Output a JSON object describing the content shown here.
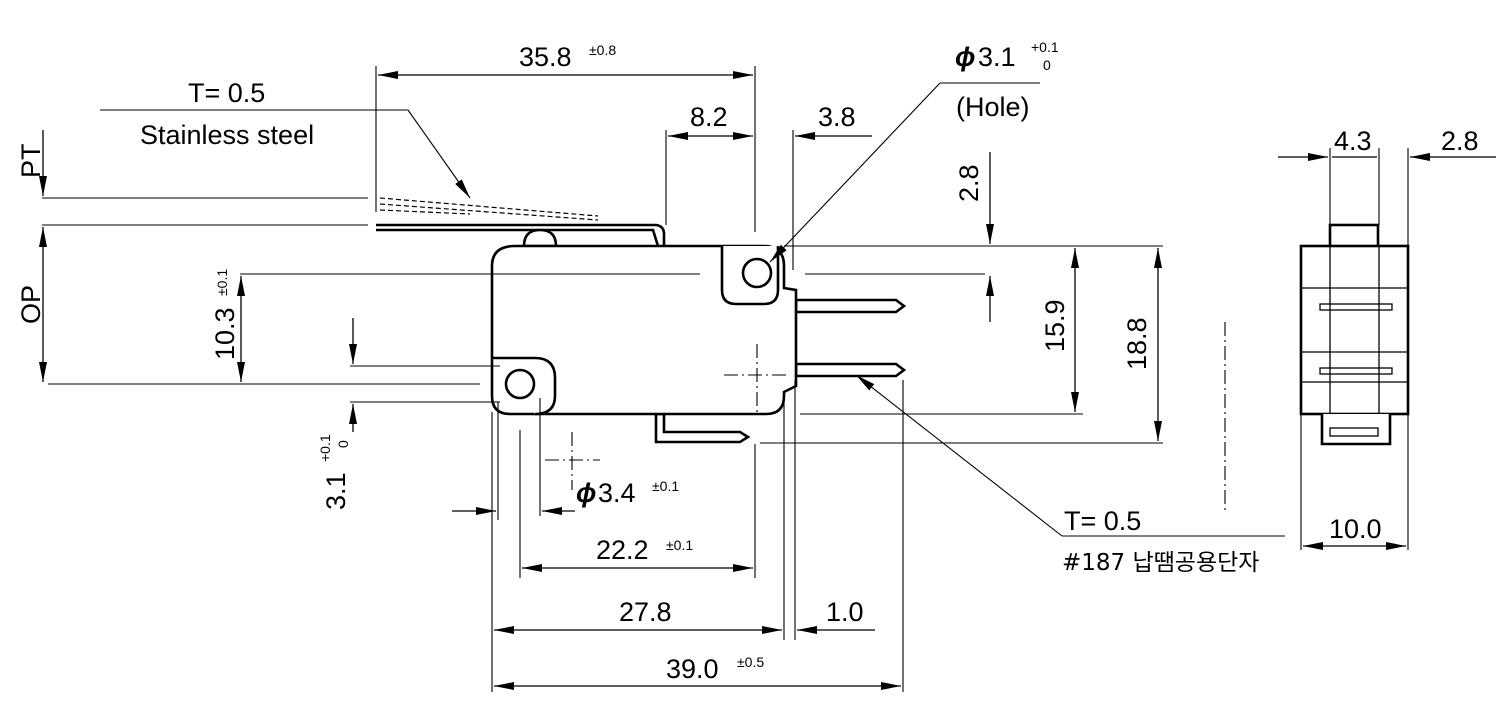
{
  "dimensions": {
    "overall_lever": {
      "value": "35.8",
      "tol": "±0.8"
    },
    "lever_tip_offset": {
      "value": "8.2"
    },
    "lever_tip_gap": {
      "value": "3.8"
    },
    "hole_top": {
      "prefix": "ϕ",
      "value": "3.1",
      "tol_upper": "+0.1",
      "tol_lower": "0",
      "note": "(Hole)"
    },
    "hole_bottom": {
      "prefix": "ϕ",
      "value": "3.4",
      "tol": "±0.1"
    },
    "hole_top_from_top": {
      "value": "2.8"
    },
    "body_height": {
      "value": "15.9"
    },
    "overall_height": {
      "value": "18.8"
    },
    "hole_spacing_v": {
      "value": "10.3",
      "tol": "±0.1"
    },
    "hole_small": {
      "value": "3.1",
      "tol_upper": "+0.1",
      "tol_lower": "0"
    },
    "hole_spacing_h": {
      "value": "22.2",
      "tol": "±0.1"
    },
    "terminal_pos": {
      "value": "27.8"
    },
    "terminal_width": {
      "value": "1.0"
    },
    "overall_length": {
      "value": "39.0",
      "tol": "±0.5"
    },
    "side_a": {
      "value": "4.3"
    },
    "side_b": {
      "value": "2.8"
    },
    "side_width": {
      "value": "10.0"
    }
  },
  "labels": {
    "lever_thickness": "T= 0.5",
    "lever_material": "Stainless steel",
    "pt": "PT",
    "op": "OP",
    "terminal_thickness": "T= 0.5",
    "terminal_note": "#187 납땜공용단자"
  },
  "colors": {
    "line": "#000000",
    "background": "#ffffff"
  }
}
